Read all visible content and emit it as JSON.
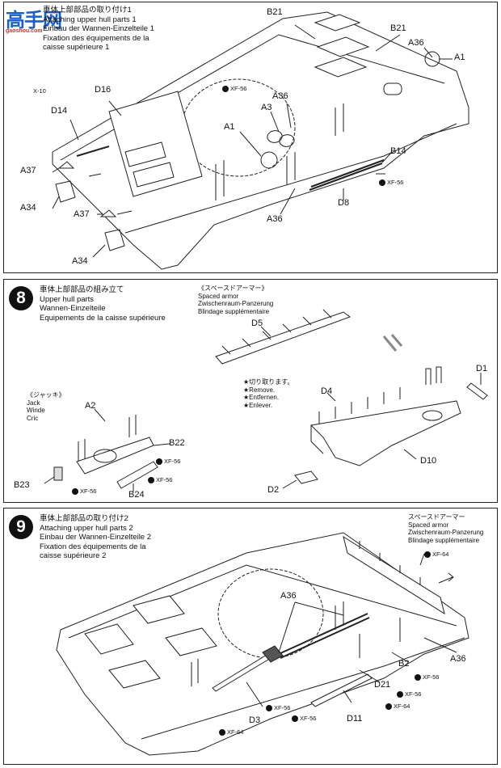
{
  "watermark": {
    "text": "高手网",
    "url": "gaoshou.com"
  },
  "step7": {
    "title_jp": "車体上部部品の取り付け1",
    "title_en": "Attaching upper hull parts 1",
    "title_de": "Einbau der Wannen-Einzelteile 1",
    "title_fr1": "Fixation des équipements de la",
    "title_fr2": "caisse supérieure 1",
    "labels": {
      "b21a": "B21",
      "b21b": "B21",
      "a36a": "A36",
      "a1a": "A1",
      "x10": "X-10",
      "d16": "D16",
      "d14": "D14",
      "a3": "A3",
      "a36b": "A36",
      "a1b": "A1",
      "b14": "B14",
      "a37a": "A37",
      "a34a": "A34",
      "a37b": "A37",
      "a34b": "A34",
      "a36c": "A36",
      "d8": "D8"
    },
    "paint1": "XF-56",
    "paint2": "XF-56"
  },
  "step8": {
    "number": "8",
    "title_jp": "車体上部部品の組み立て",
    "title_en": "Upper hull parts",
    "title_de": "Wannen-Einzelteile",
    "title_fr": "Equipements de la caisse supérieure",
    "armor": {
      "jp": "《スペースドアーマー》",
      "en": "Spaced armor",
      "de": "Zwischenraum-Panzerung",
      "fr": "Blindage supplémentaire"
    },
    "jack": {
      "jp": "《ジャッキ》",
      "en": "Jack",
      "de": "Winde",
      "fr": "Cric"
    },
    "remove": {
      "jp": "★切り取ります。",
      "en": "★Remove.",
      "de": "★Entfernen.",
      "fr": "★Enlever."
    },
    "labels": {
      "d5": "D5",
      "d1": "D1",
      "d4": "D4",
      "d10": "D10",
      "d2": "D2",
      "a2": "A2",
      "b22": "B22",
      "b23": "B23",
      "b24": "B24"
    },
    "paint1": "XF-56",
    "paint2": "XF-56",
    "paint3": "XF-56"
  },
  "step9": {
    "number": "9",
    "title_jp": "車体上部部品の取り付け2",
    "title_en": "Attaching upper hull parts 2",
    "title_de": "Einbau der Wannen-Einzelteile 2",
    "title_fr1": "Fixation des équipements de la",
    "title_fr2": "caisse supérieure 2",
    "armor": {
      "jp": "スペースドアーマー",
      "en": "Spaced armor",
      "de": "Zwischenraum-Panzerung",
      "fr": "Blindage supplémentaire"
    },
    "labels": {
      "a36a": "A36",
      "a36b": "A36",
      "b2": "B2",
      "d21": "D21",
      "d11": "D11",
      "d3": "D3"
    },
    "paint_xf64a": "XF-64",
    "paint_xf56a": "XF-56",
    "paint_xf56b": "XF-56",
    "paint_xf64b": "XF-64",
    "paint_xf56c": "XF-56",
    "paint_xf56d": "XF-56",
    "paint_xf64c": "XF-64"
  }
}
